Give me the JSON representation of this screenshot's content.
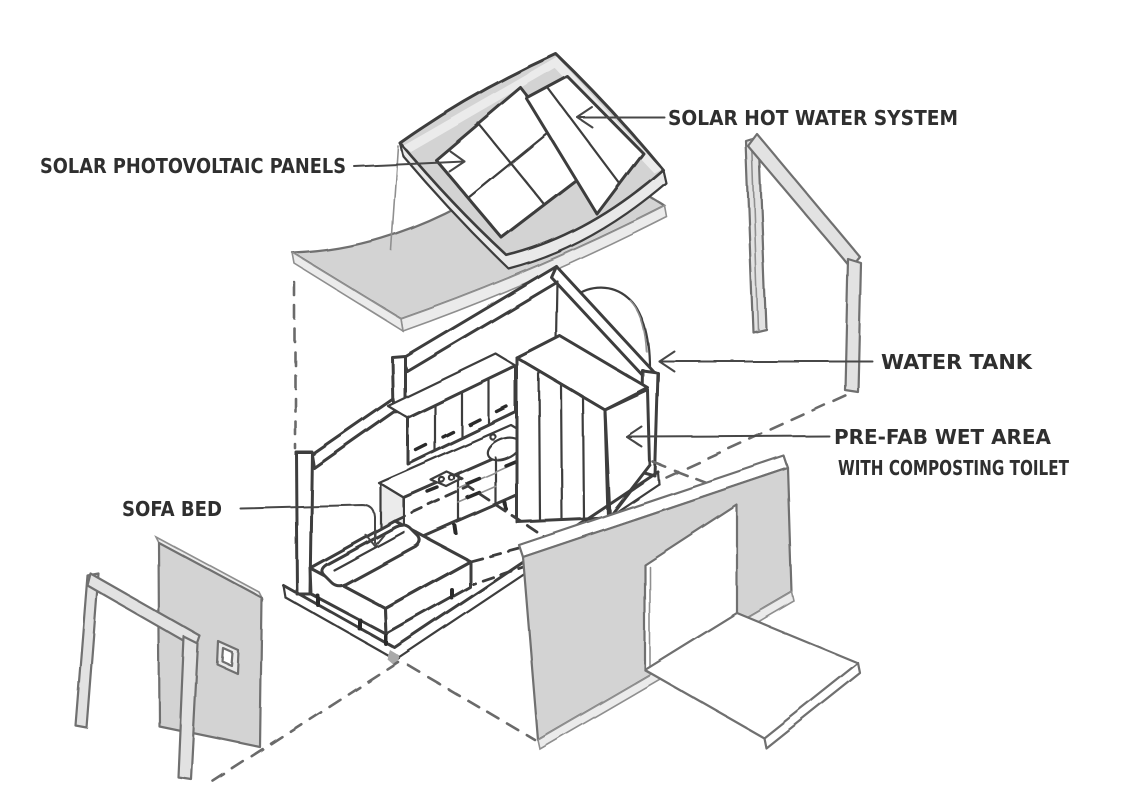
{
  "diagram": {
    "type": "exploded-axonometric-sketch",
    "subject": "tiny house concept"
  },
  "colors": {
    "background": "#ffffff",
    "ink": "#3e3e3e",
    "panel_gray": "#d3d3d3",
    "light_gray": "#ebebeb",
    "text_ink": "#2f2f2f"
  },
  "annotations": {
    "solar_pv": {
      "label": "SOLAR PHOTOVOLTAIC PANELS"
    },
    "solar_hot_water": {
      "label": "SOLAR HOT WATER SYSTEM"
    },
    "water_tank": {
      "label": "WATER TANK"
    },
    "prefab_wet_area": {
      "label_line1": "PRE-FAB WET AREA",
      "label_line2": "WITH COMPOSTING TOILET"
    },
    "sofa_bed": {
      "label": "SOFA BED"
    }
  }
}
